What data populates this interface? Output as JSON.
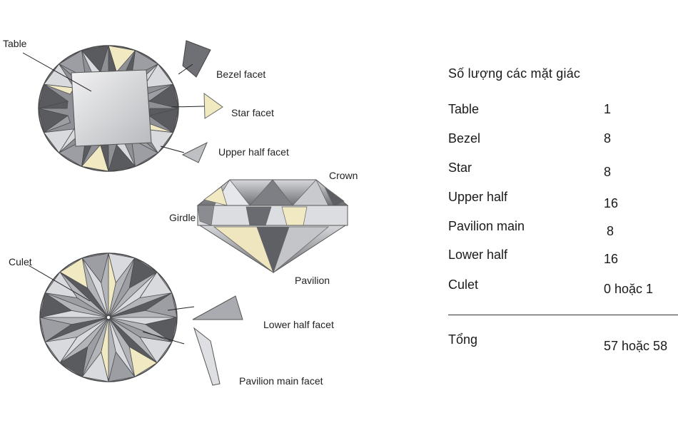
{
  "diagram": {
    "labels": {
      "table": "Table",
      "bezel_facet": "Bezel facet",
      "star_facet": "Star facet",
      "upper_half_facet": "Upper half facet",
      "crown": "Crown",
      "girdle": "Girdle",
      "pavilion": "Pavilion",
      "culet": "Culet",
      "lower_half_facet": "Lower half facet",
      "pavilion_main_facet": "Pavilion main facet"
    },
    "colors": {
      "facet_dark": "#5a5b5f",
      "facet_mid": "#9c9ea3",
      "facet_light": "#d9dadd",
      "facet_yellow": "#f0e9c2",
      "table_light": "#e7e8ea"
    }
  },
  "facet_table": {
    "title": "Số lượng các mặt giác",
    "rows": [
      {
        "label": "Table",
        "value": "1"
      },
      {
        "label": "Bezel",
        "value": "8"
      },
      {
        "label": "Star",
        "value": "8"
      },
      {
        "label": "Upper half",
        "value": "16"
      },
      {
        "label": "Pavilion main",
        "value": "8"
      },
      {
        "label": "Lower half",
        "value": "16"
      },
      {
        "label": "Culet",
        "value": "0 hoặc 1"
      }
    ],
    "total": {
      "label": "Tổng",
      "value": "57 hoặc 58"
    }
  }
}
